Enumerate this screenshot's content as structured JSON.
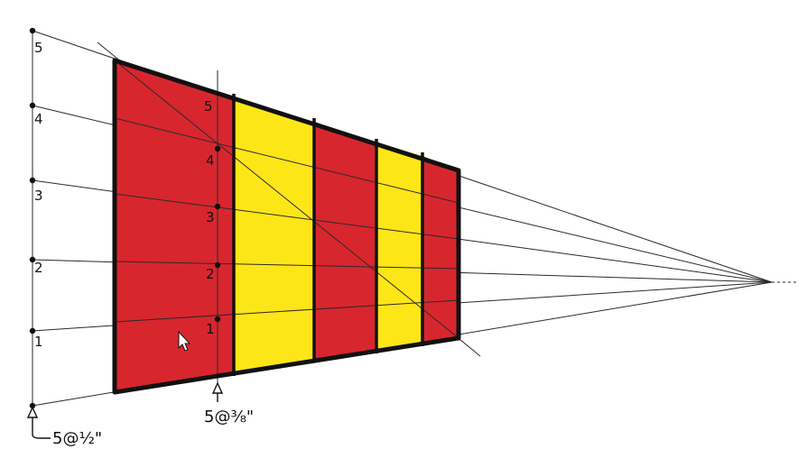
{
  "diagram": {
    "left_scale": {
      "labels": [
        "1",
        "2",
        "3",
        "4",
        "5"
      ],
      "note": "5@½\""
    },
    "inner_scale": {
      "labels": [
        "1",
        "2",
        "3",
        "4",
        "5"
      ],
      "note": "5@⅜\""
    },
    "stripes": [
      "red",
      "yellow",
      "red",
      "yellow",
      "red"
    ]
  },
  "colors": {
    "red": "#d8262f",
    "yellow": "#fde617",
    "outline": "#111111",
    "guide": "#2a2a2a",
    "cursor": "#ffffff"
  }
}
